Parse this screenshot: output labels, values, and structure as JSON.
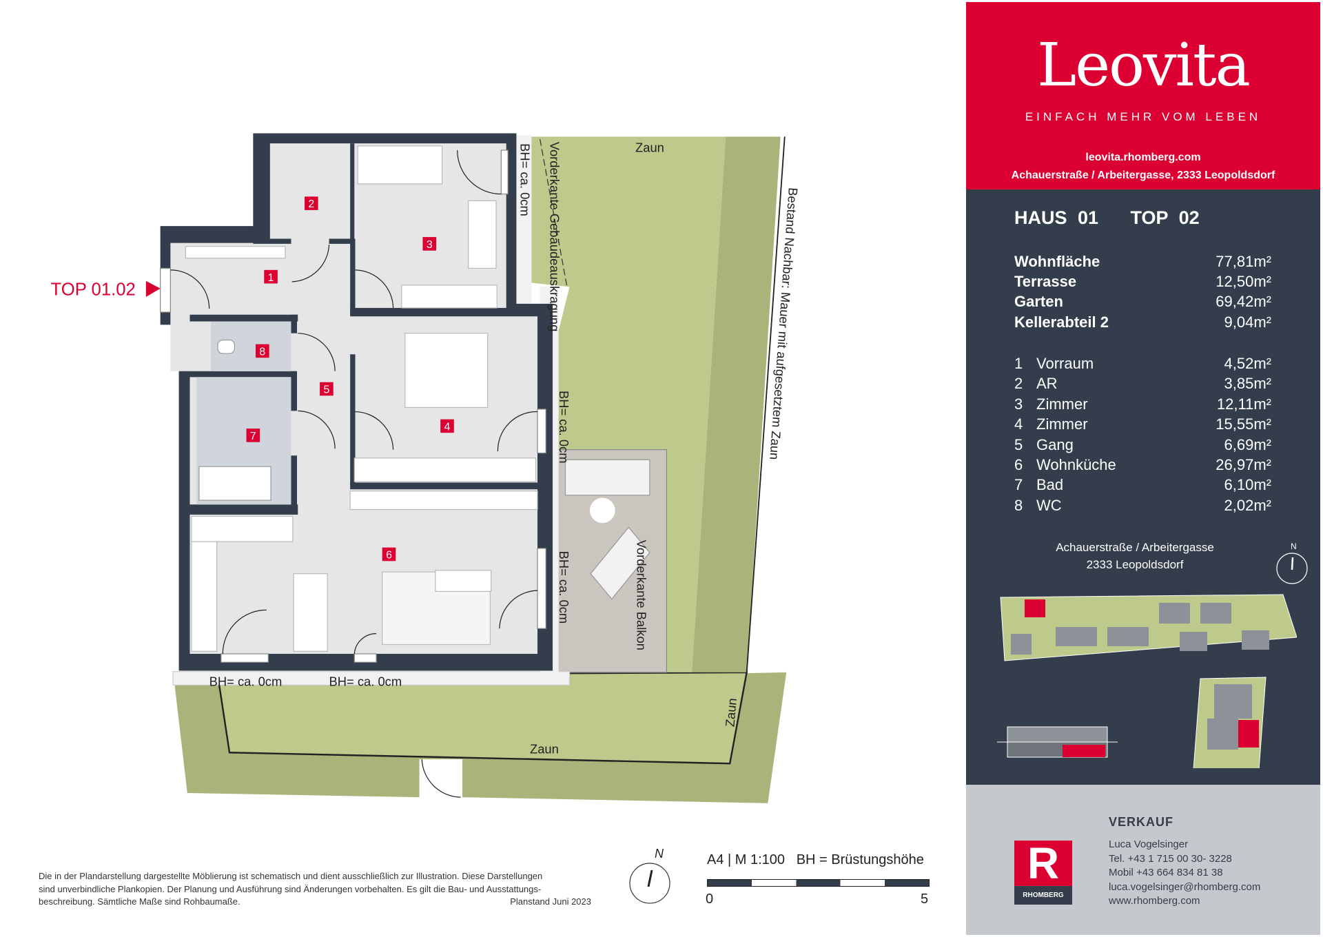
{
  "brand": {
    "logo_text": "Leovita",
    "tagline": "EINFACH MEHR VOM LEBEN",
    "website": "leovita.rhomberg.com",
    "project_address": "Achauerstraße / Arbeitergasse, 2333 Leopoldsdorf",
    "brand_color": "#dc0032",
    "panel_color": "#333d4b"
  },
  "unit": {
    "title": "HAUS 01   TOP 02",
    "summary": [
      {
        "label": "Wohnfläche",
        "value": "77,81m²"
      },
      {
        "label": "Terrasse",
        "value": "12,50m²"
      },
      {
        "label": "Garten",
        "value": "69,42m²"
      },
      {
        "label": "Kellerabteil 2",
        "value": "9,04m²"
      }
    ],
    "rooms": [
      {
        "num": "1",
        "name": "Vorraum",
        "value": "4,52m²"
      },
      {
        "num": "2",
        "name": "AR",
        "value": "3,85m²"
      },
      {
        "num": "3",
        "name": "Zimmer",
        "value": "12,11m²"
      },
      {
        "num": "4",
        "name": "Zimmer",
        "value": "15,55m²"
      },
      {
        "num": "5",
        "name": "Gang",
        "value": "6,69m²"
      },
      {
        "num": "6",
        "name": "Wohnküche",
        "value": "26,97m²"
      },
      {
        "num": "7",
        "name": "Bad",
        "value": "6,10m²"
      },
      {
        "num": "8",
        "name": "WC",
        "value": "2,02m²"
      }
    ],
    "address_line1": "Achauerstraße / Arbeitergasse",
    "address_line2": "2333 Leopoldsdorf",
    "north_label": "N"
  },
  "sales": {
    "heading": "VERKAUF",
    "name": "Luca Vogelsinger",
    "tel": "Tel. +43 1 715 00 30- 3228",
    "mobile": "Mobil +43 664 834 81 38",
    "email": "luca.vogelsinger@rhomberg.com",
    "web": "www.rhomberg.com",
    "company_logo_text": "RHOMBERG"
  },
  "plan": {
    "entrance_label": "TOP 01.02",
    "fence": "Zaun",
    "sill_height": "BH= ca. 0cm",
    "overhang_label": "Vorderkante Gebäudeauskragung",
    "neighbour_label": "Bestand Nachbar: Mauer mit aufgesetztem Zaun",
    "balcony_label": "Vorderkante Balkon",
    "garden_color": "#bec98c",
    "terrace_color": "#cbc5c0"
  },
  "footer": {
    "disclaimer_1": "Die in der Plandarstellung dargestellte Möblierung ist schematisch und dient ausschließlich zur Illustration. Diese Darstellungen",
    "disclaimer_2": "sind unverbindliche Plankopien. Der Planung und Ausführung sind Änderungen vorbehalten. Es gilt die Bau- und Ausstattungs-",
    "disclaimer_3": "beschreibung. Sämtliche Maße sind Rohbaumaße.",
    "plan_date": "Planstand Juni 2023",
    "north_label": "N",
    "scale_label": "A4 | M 1:100   BH = Brüstungshöhe",
    "scale_start": "0",
    "scale_end": "5"
  }
}
